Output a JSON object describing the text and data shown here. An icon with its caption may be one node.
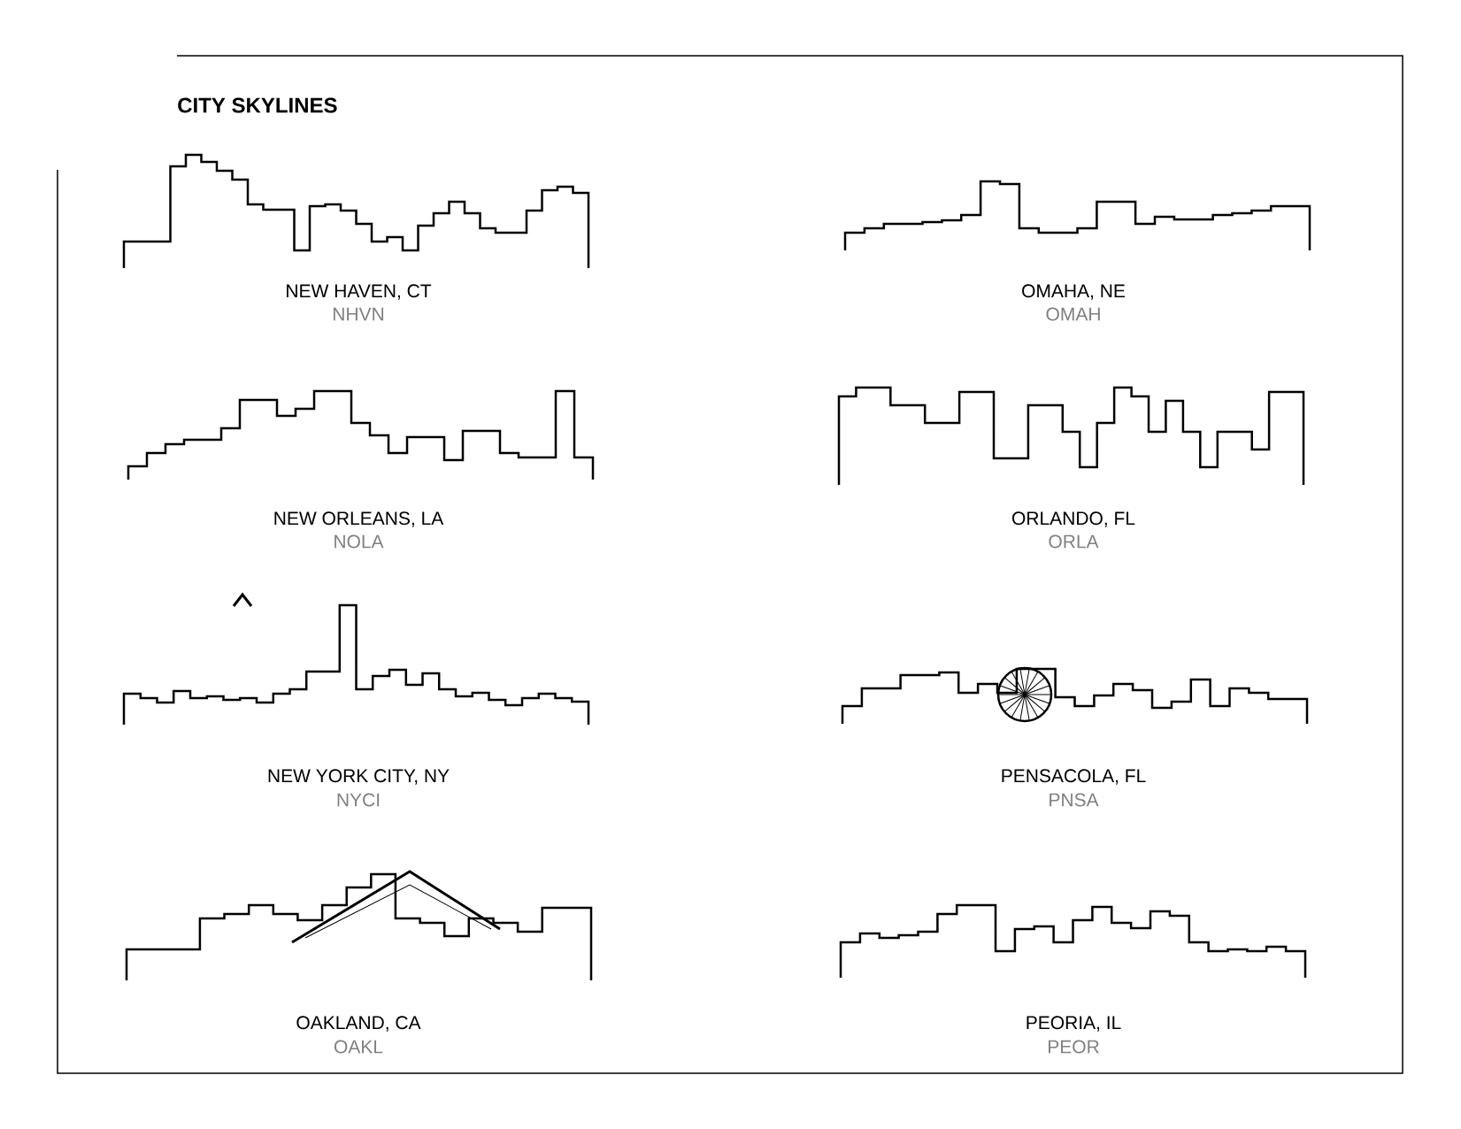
{
  "diagram": {
    "title": "CITY SKYLINES",
    "labels": [
      "NEW HAVEN, CT",
      "NHVN",
      "OMAHA, NE",
      "OMAH",
      "NEW ORLEANS, LA",
      "NOLA",
      "ORLANDO, FL",
      "ORLA",
      "NEW YORK CITY, NY",
      "NYCI",
      "PENSACOLA, FL",
      "PNSA",
      "OAKLAND, CA",
      "OAKL",
      "PEORIA, IL",
      "PEOR"
    ]
  }
}
